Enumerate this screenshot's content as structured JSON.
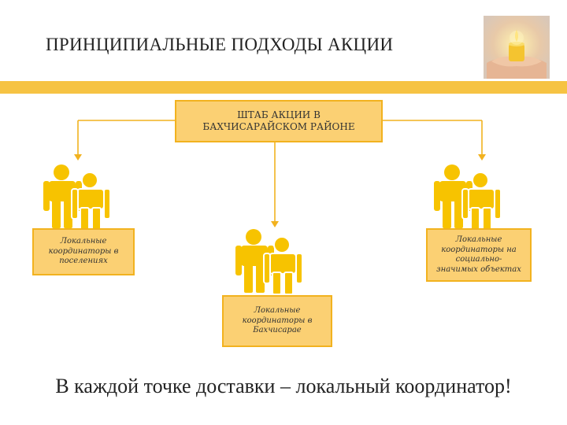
{
  "title": "ПРИНЦИПИАЛЬНЫЕ ПОДХОДЫ АКЦИИ",
  "hq": {
    "line1": "ШТАБ АКЦИИ В",
    "line2": "БАХЧИСАРАЙСКОМ РАЙОНЕ"
  },
  "boxes": {
    "settlements": {
      "line1": "Локальные",
      "line2": "координаторы в",
      "line3": "поселениях"
    },
    "social": {
      "line1": "Локальные",
      "line2": "координаторы на",
      "line3": "социально-",
      "line4": "значимых объектах"
    },
    "bakhchisaray": {
      "line1": "Локальные",
      "line2": "координаторы в",
      "line3": "Бахчисарае"
    }
  },
  "footer": "В каждой точке доставки – локальный координатор!",
  "colors": {
    "accent": "#f6c343",
    "figure": "#f7c300",
    "box_fill": "#fbd073",
    "box_border": "#f2b21f",
    "line": "#f2b21f"
  }
}
